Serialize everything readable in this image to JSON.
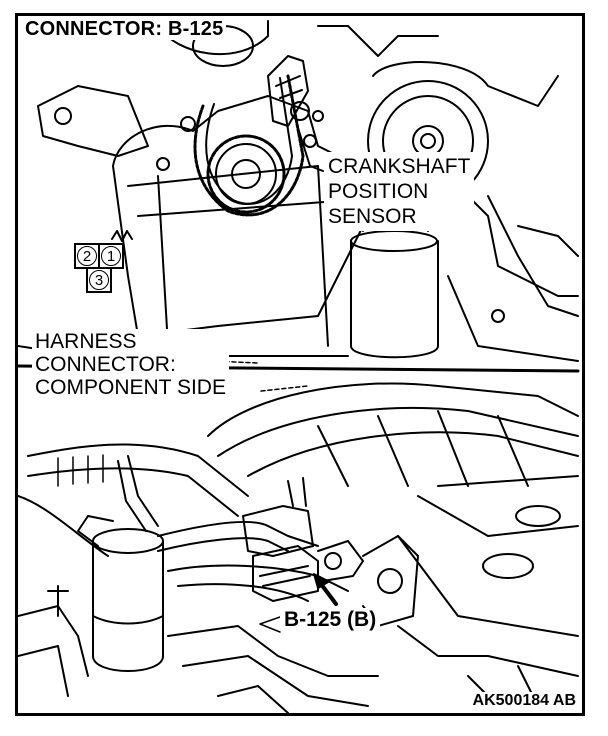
{
  "title": "CONNECTOR: B-125",
  "sensor_label": "CRANKSHAFT\nPOSITION\nSENSOR",
  "harness_label": "HARNESS\nCONNECTOR:\nCOMPONENT SIDE",
  "connector_pins": [
    "2",
    "1",
    "3"
  ],
  "callout_label": "B-125 (B)",
  "figure_code": "AK500184 AB"
}
